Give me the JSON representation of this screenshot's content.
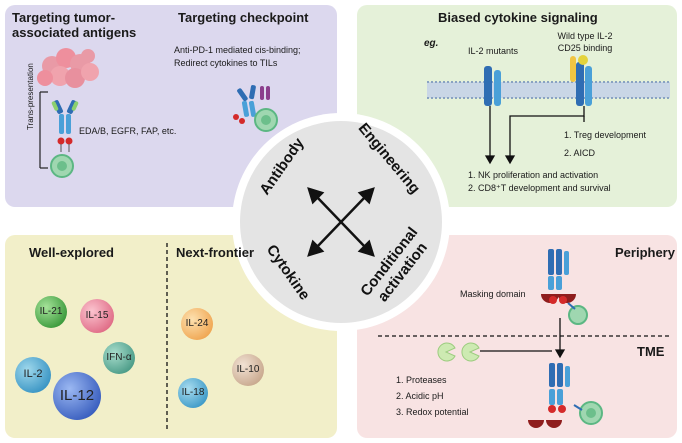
{
  "panels": {
    "antigen": {
      "title": "Targeting tumor-associated antigens",
      "targets": "EDA/B, EGFR, FAP, etc.",
      "vertical_label": "Trans-presentation"
    },
    "checkpoint": {
      "title": "Targeting checkpoint",
      "line1": "Anti-PD-1 mediated cis-binding;",
      "line2": "Redirect cytokines to TILs"
    },
    "biased": {
      "title": "Biased cytokine signaling",
      "eg": "eg.",
      "mutants": "IL-2 mutants",
      "wildtype_line1": "Wild type IL-2",
      "wildtype_line2": "CD25 binding",
      "treg": "1.  Treg development",
      "aicd": "2.  AICD",
      "nk": "1.  NK proliferation and activation",
      "cd8": "2.  CD8⁺T development and survival"
    },
    "cytokine": {
      "well_explored": "Well-explored",
      "next_frontier": "Next-frontier",
      "cytokines": [
        "IL-21",
        "IL-15",
        "IFN-α",
        "IL-2",
        "IL-12",
        "IL-24",
        "IL-10",
        "IL-18"
      ]
    },
    "conditional": {
      "periphery": "Periphery",
      "masking": "Masking domain",
      "tme": "TME",
      "conditions": [
        "1.  Proteases",
        "2.  Acidic pH",
        "3.  Redox potential"
      ]
    }
  },
  "center": {
    "antibody": "Antibody",
    "engineering": "Engineering",
    "cytokine": "Cytokine",
    "conditional_line1": "Conditional",
    "conditional_line2": "activation"
  },
  "colors": {
    "purple_panel": "#dcd8ee",
    "green_panel": "#e5f1d9",
    "yellow_panel": "#f2efc9",
    "pink_panel": "#f8e3e3",
    "center_circle": "#e4e4e4",
    "antibody_blue": "#2f6db3",
    "tumor_pink": "#e99aa6"
  }
}
